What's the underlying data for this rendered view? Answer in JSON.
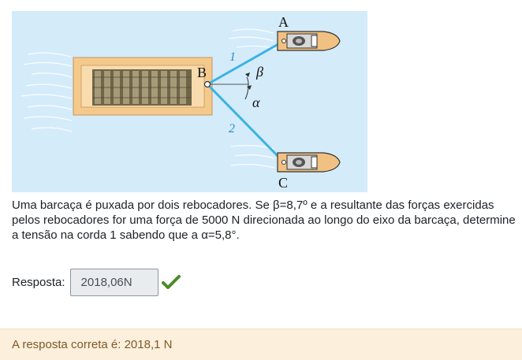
{
  "figure": {
    "labels": {
      "point_a": "A",
      "point_b": "B",
      "point_c": "C",
      "rope_1": "1",
      "rope_2": "2",
      "beta": "β",
      "alpha": "α"
    },
    "colors": {
      "water": "#d4ebfa",
      "barge": "#f4c98c",
      "rope": "#3ab2e2",
      "boat": "#f1c183"
    }
  },
  "question": {
    "text": "Uma barcaça é puxada por dois rebocadores. Se β=8,7º e a resultante das forças exercidas pelos rebocadores for uma força de 5000 N direcionada ao longo do eixo da barcaça, determine a tensão na corda 1 sabendo que a α=5,8°."
  },
  "answer": {
    "label": "Resposta:",
    "value": "2018,06N",
    "status_icon": "check-icon",
    "status_color": "#4d8a2a"
  },
  "feedback": {
    "text": "A resposta correta é: 2018,1 N"
  }
}
